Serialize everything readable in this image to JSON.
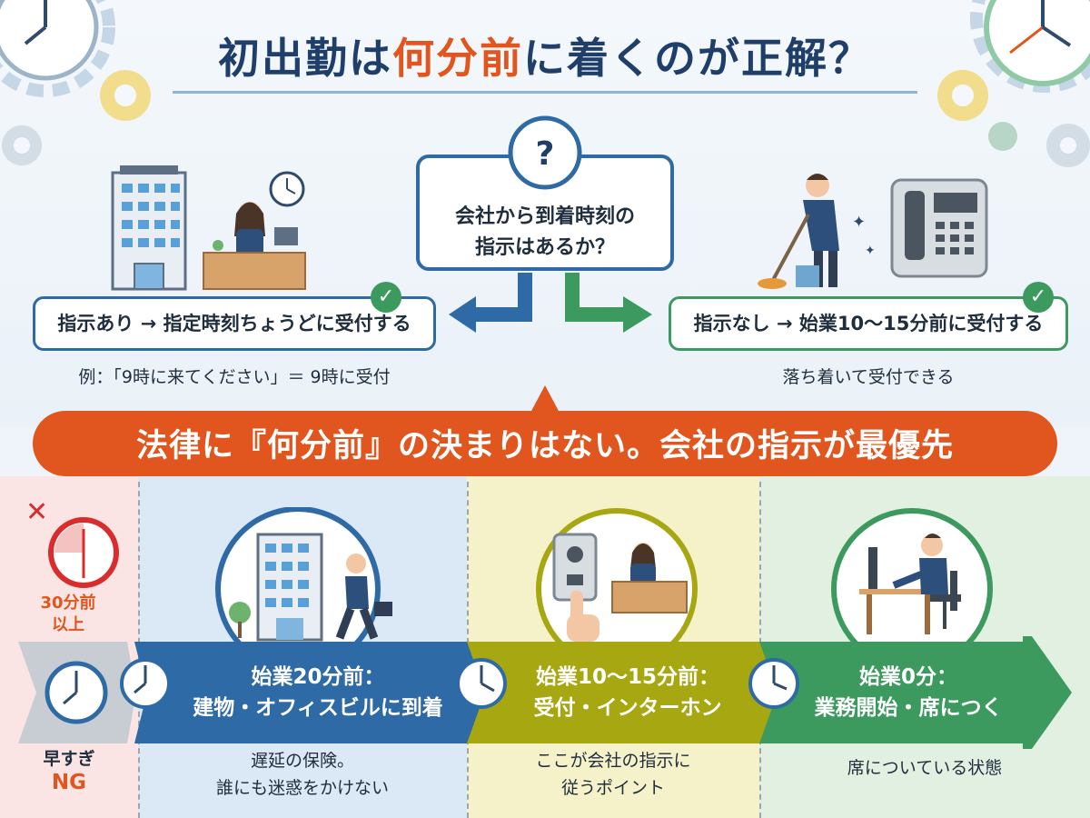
{
  "title": {
    "part1": "初出勤は",
    "accent": "何分前",
    "part2": "に着くのが正解？"
  },
  "question": {
    "line1": "会社から到着時刻の",
    "line2": "指示はあるか？",
    "clock_icon": "question-clock-icon"
  },
  "left_branch": {
    "text": "指示あり → 指定時刻ちょうどに受付する",
    "sub": "例：「9時に来てください」＝ 9時に受付",
    "color": "#2e6aa6"
  },
  "right_branch": {
    "text": "指示なし → 始業10〜15分前に受付する",
    "sub": "落ち着いて受付できる",
    "color": "#3c9a5f"
  },
  "banner": {
    "text": "法律に『何分前』の決まりはない。会社の指示が最優先",
    "color": "#e0561e"
  },
  "timeline": {
    "early": {
      "label_line1": "30分前",
      "label_line2": "以上",
      "note_line1": "早すぎ",
      "note_line2": "NG",
      "x_mark": "✕"
    },
    "stages": [
      {
        "title_line1": "始業20分前：",
        "title_line2": "建物・オフィスビルに到着",
        "note_line1": "遅延の保険。",
        "note_line2": "誰にも迷惑をかけない",
        "color": "#2e6aa6"
      },
      {
        "title_line1": "始業10〜15分前：",
        "title_line2": "受付・インターホン",
        "note_line1": "ここが会社の指示に",
        "note_line2": "従うポイント",
        "color": "#a7a712"
      },
      {
        "title_line1": "始業0分：",
        "title_line2": "業務開始・席につく",
        "note_line1": "席についている状態",
        "note_line2": "",
        "color": "#3c9a5f"
      }
    ]
  }
}
